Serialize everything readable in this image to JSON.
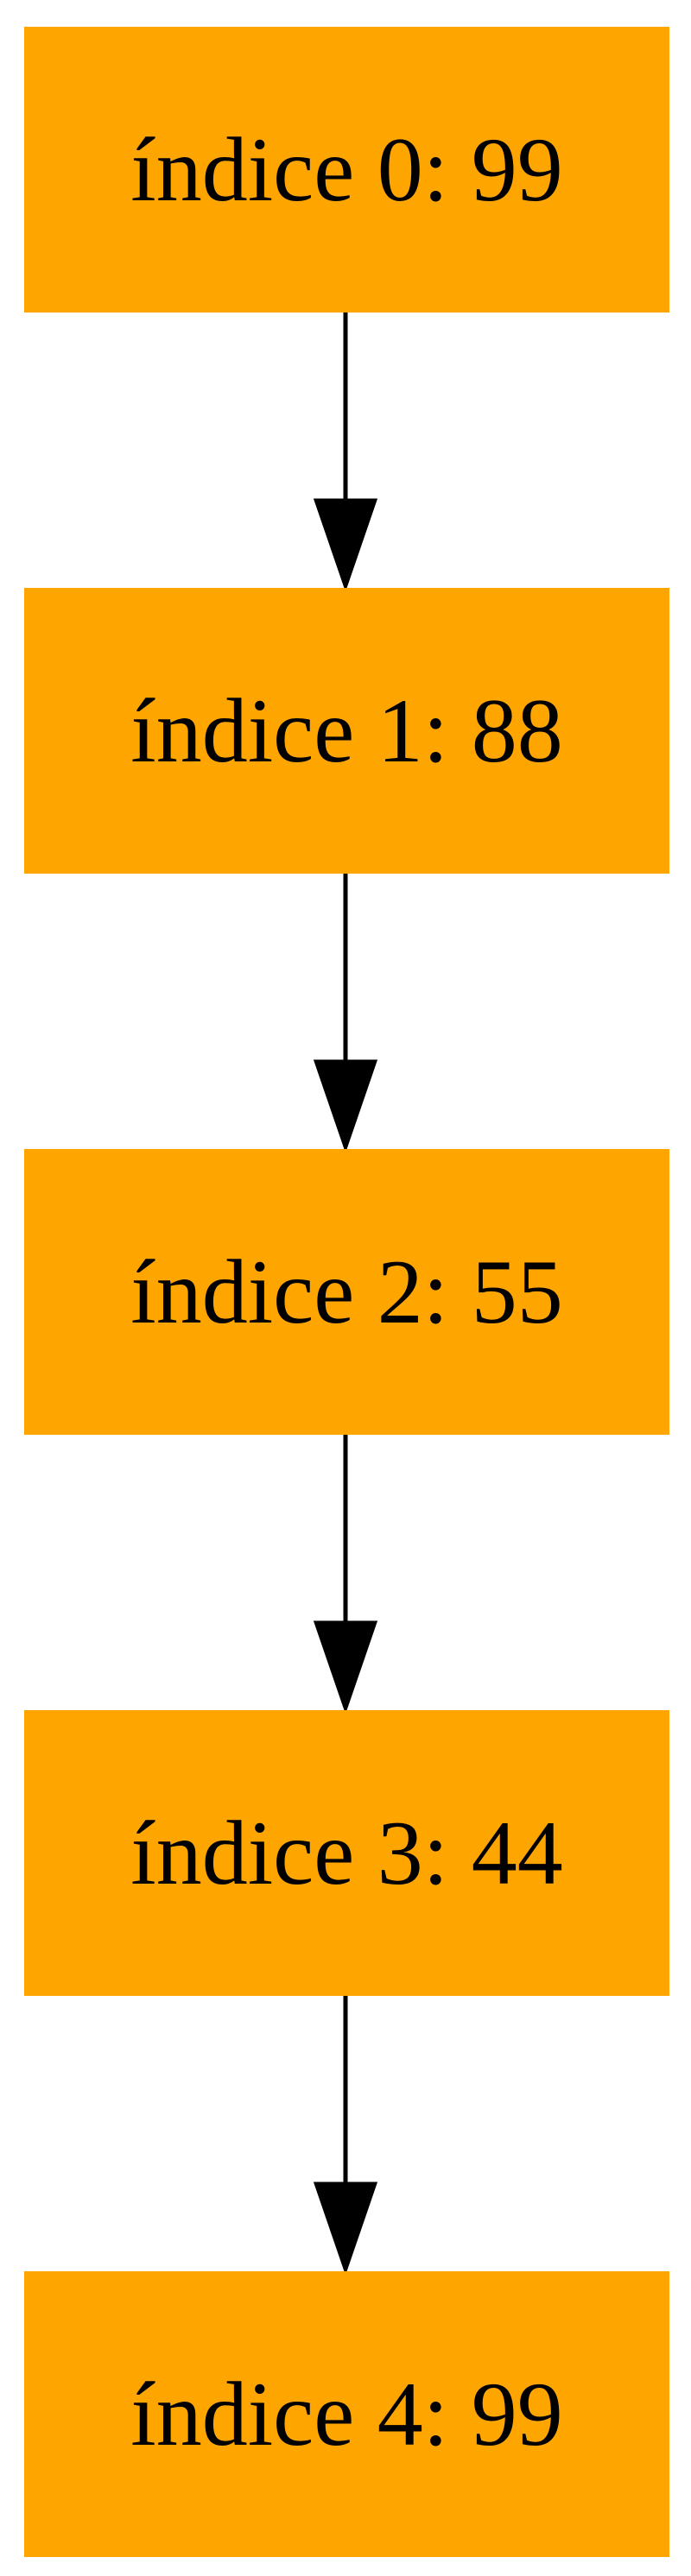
{
  "diagram": {
    "node_color": "#FFA500",
    "edge_color": "#000000",
    "nodes": [
      {
        "label": "índice 0: 99"
      },
      {
        "label": "índice 1: 88"
      },
      {
        "label": "índice 2: 55"
      },
      {
        "label": "índice 3: 44"
      },
      {
        "label": "índice 4: 99"
      }
    ],
    "edges": [
      {
        "from": 0,
        "to": 1
      },
      {
        "from": 1,
        "to": 2
      },
      {
        "from": 2,
        "to": 3
      },
      {
        "from": 3,
        "to": 4
      }
    ]
  }
}
